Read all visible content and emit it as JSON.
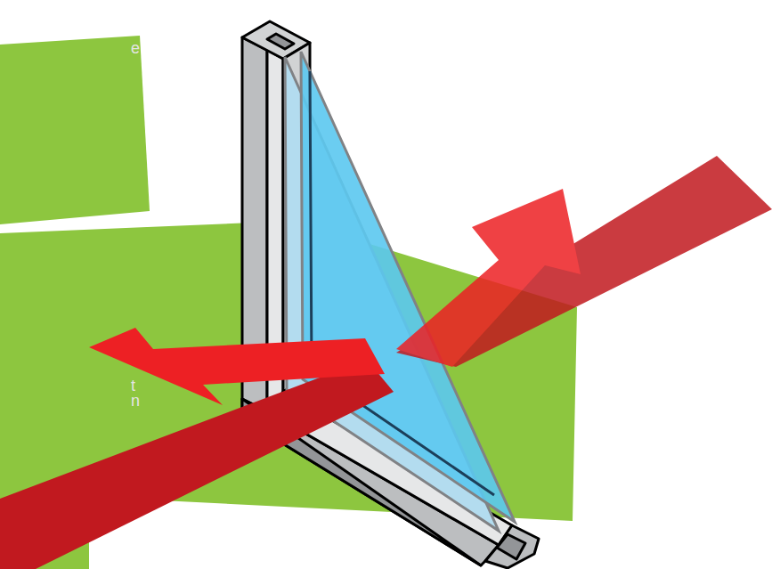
{
  "diagram": {
    "labels": [
      "e",
      "t",
      "n"
    ]
  }
}
